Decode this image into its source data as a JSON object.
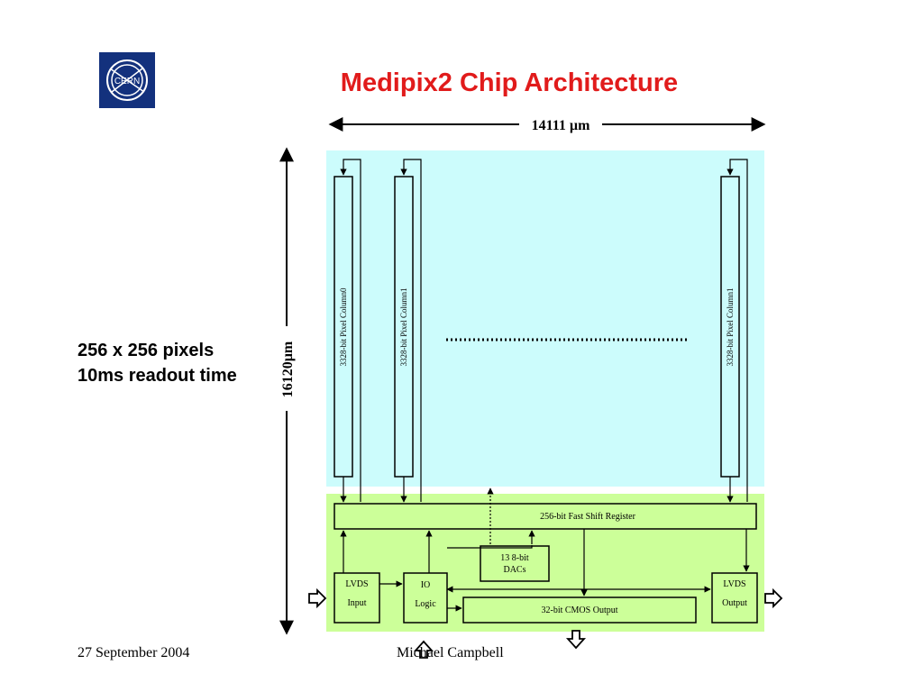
{
  "slide": {
    "title": "Medipix2 Chip Architecture",
    "stats": [
      "256 x 256 pixels",
      "10ms readout time"
    ],
    "footer": {
      "date": "27 September 2004",
      "author": "Michael Campbell"
    },
    "logo_text": "CERN"
  },
  "diagram": {
    "width_label": "14111 µm",
    "height_label": "16120µm",
    "columns": [
      "3328-bit Pixel Column0",
      "3328-bit Pixel Column1",
      "3328-bit Pixel Column1"
    ],
    "shift_register": "256-bit Fast Shift Register",
    "dacs": [
      "13 8-bit",
      "DACs"
    ],
    "lvds_input": [
      "LVDS",
      "Input"
    ],
    "io_logic": [
      "IO",
      "Logic"
    ],
    "cmos_output": "32-bit CMOS Output",
    "lvds_output": [
      "LVDS",
      "Output"
    ]
  },
  "colors": {
    "title": "#e11b1b",
    "pixel_matrix": "#ccfcfc",
    "periphery": "#ccff99",
    "block_fill": "#ccff99",
    "logo_bg": "#13317d"
  }
}
